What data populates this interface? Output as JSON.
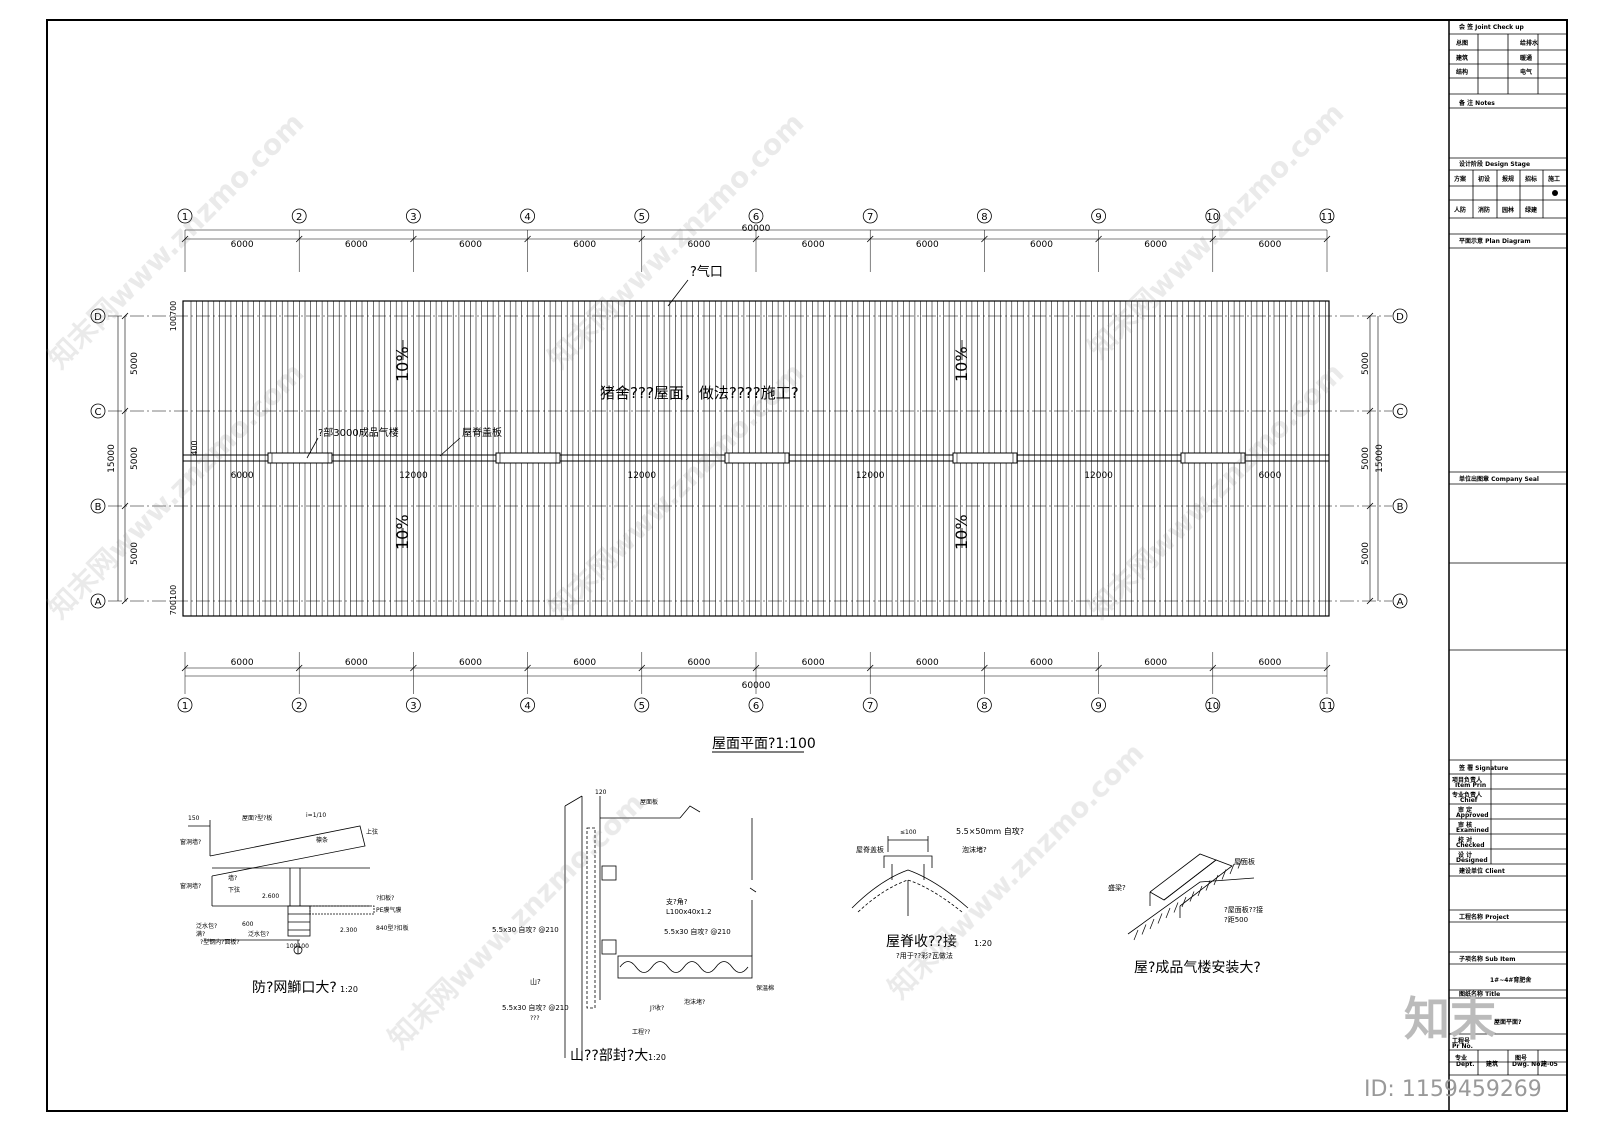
{
  "grid": {
    "axes_numbers": [
      "1",
      "2",
      "3",
      "4",
      "5",
      "6",
      "7",
      "8",
      "9",
      "10",
      "11"
    ],
    "axes_letters": [
      "D",
      "C",
      "B",
      "A"
    ],
    "bay_dims": [
      "6000",
      "6000",
      "6000",
      "6000",
      "6000",
      "6000",
      "6000",
      "6000",
      "6000",
      "6000"
    ],
    "total_dim": "60000",
    "side_dims": [
      "5000",
      "5000",
      "5000"
    ],
    "side_total": "15000",
    "edge_top": "100700",
    "edge_bottom": "700100",
    "ridge_width": "400",
    "ridge_spacing": [
      "6000",
      "12000",
      "12000",
      "12000",
      "12000",
      "6000"
    ]
  },
  "plan": {
    "vent_label": "?气口",
    "main_note": "猪舍???屋面，做法????施工?",
    "slope": "10%",
    "vent_note": "?部3000成品气楼",
    "ridge_plate": "屋脊盖板",
    "title": "屋面平面?1:100"
  },
  "details": {
    "d1_title": "防?网鰤口大?",
    "d1_scale": "1:20",
    "d1_dims": [
      "150",
      "2.600",
      "600",
      "100100",
      "840型?扣板",
      "2.300"
    ],
    "d1_labels": [
      "屋面?型?板",
      "i=1/10",
      "檩条",
      "上弦",
      "窗洞墙?",
      "墙?",
      "下弦",
      "窗洞墙?",
      "泛水包?",
      "满?",
      "?扣板?",
      "泛水包?",
      "PE膜气膜",
      "?型钢内?面板?"
    ],
    "d2_title": "山??部封?大",
    "d2_scale": "1:20",
    "d2_dims": [
      "120"
    ],
    "d2_labels": [
      "屋面板",
      "支?角?",
      "L100x40x1.2",
      "5.5x30 自攻? @210",
      "5.5x30 自攻? @210",
      "5.5x30 自攻? @210",
      "山?",
      "泡沫堵?",
      "J?收?",
      "保温棉",
      "???",
      "工程??"
    ],
    "d3_title": "屋脊收??接",
    "d3_scale": "1:20",
    "d3_labels": [
      "5.5×50mm 自攻?",
      "屋脊盖板",
      "泡沫堵?",
      "≤100"
    ],
    "d3_note": "?用于??彩?瓦做法",
    "d4_title": "屋?成品气楼安装大?",
    "d4_labels": [
      "屋面板",
      "盛梁?",
      "?屋面板??接",
      "?距500"
    ]
  },
  "titleblock": {
    "joint_check": "会  签  Joint Check up",
    "jc_rows": [
      [
        "总图",
        "给排水"
      ],
      [
        "建筑",
        "暖通"
      ],
      [
        "结构",
        "电气"
      ]
    ],
    "notes": "备  注  Notes",
    "design_stage": "设计阶段  Design Stage",
    "stages_row1": [
      "方案",
      "初设",
      "报规",
      "招标",
      "施工"
    ],
    "stages_row2": [
      "人防",
      "消防",
      "园林",
      "绿建"
    ],
    "plan_diagram": "平面示意  Plan Diagram",
    "company_seal": "单位出图章  Company Seal",
    "signature": "签  署  Signature",
    "sign_rows": [
      [
        "项目负责人",
        "Item Prin"
      ],
      [
        "专业负责人",
        "Chief"
      ],
      [
        "审  定",
        "Approved"
      ],
      [
        "审  核",
        "Examined"
      ],
      [
        "校  对",
        "Checked"
      ],
      [
        "设  计",
        "Designed"
      ]
    ],
    "client": "建设单位  Client",
    "project": "工程名称  Project",
    "sub_item": "子项名称  Sub Item",
    "sub_item_value": "1#~4#育肥舍",
    "drawing_title": "图纸名称  Title",
    "drawing_title_value": "屋面平面?",
    "job_no": "工程号",
    "job_no_en": "Pr No.",
    "dept": "专业",
    "dept_en": "Dept.",
    "dept_value": "建筑",
    "dwg_no": "图号",
    "dwg_no_en": "Dwg. No.",
    "dwg_no_value": "建-05"
  },
  "watermark": {
    "text": "知末网www.znzmo.com",
    "logo": "知末",
    "id": "ID: 1159459269"
  }
}
